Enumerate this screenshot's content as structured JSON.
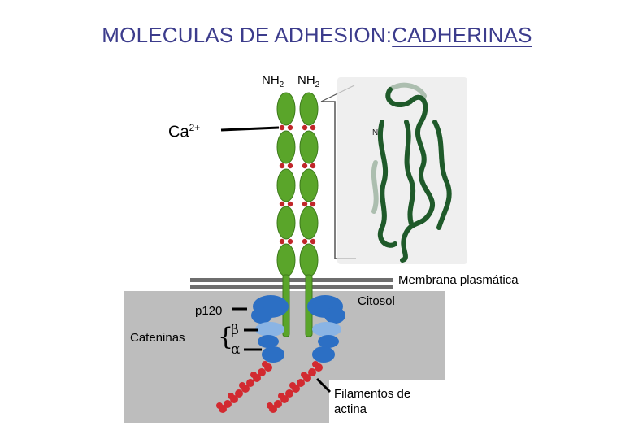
{
  "title": {
    "prefix": "MOLECULAS DE ADHESION:",
    "underlined": "CADHERINAS"
  },
  "labels": {
    "nh2_left": "NH",
    "nh2_left_sub": "2",
    "nh2_right": "NH",
    "nh2_right_sub": "2",
    "calcium": "Ca",
    "calcium_sup": "2+",
    "membrane": "Membrana plasmática",
    "cytosol": "Citosol",
    "p120": "p120",
    "catenins": "Cateninas",
    "beta": "β",
    "alpha": "α",
    "actin_line1": "Filamentos de",
    "actin_line2": "actina",
    "n_terminus": "N"
  },
  "colors": {
    "title": "#3c3c8c",
    "cadherin_green": "#5aa52a",
    "calcium_red": "#c0262a",
    "catenin_blue": "#2c6fc4",
    "catenin_lightblue": "#8ab4e4",
    "actin_red": "#d22a30",
    "cytosol_gray": "#bdbdbd",
    "membrane_gray": "#6e6e6e"
  }
}
